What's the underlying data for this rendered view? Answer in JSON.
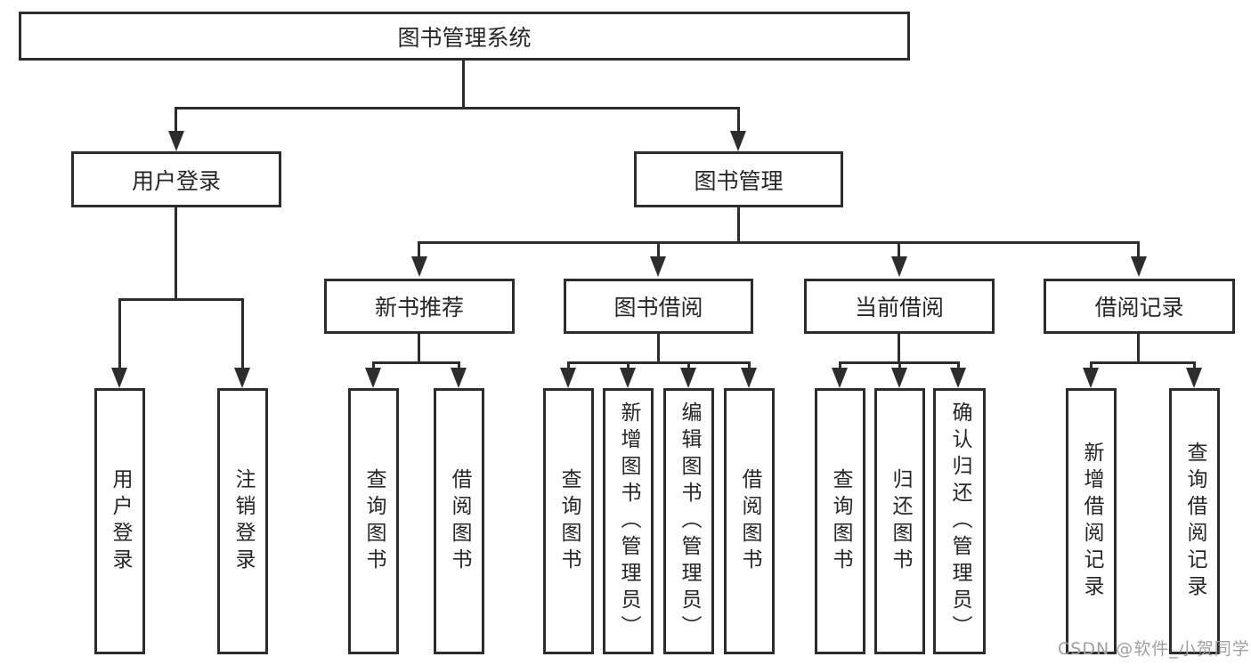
{
  "colors": {
    "line": "#2d2d2d",
    "text": "#262626",
    "wm": "#a0a0a0",
    "bg": "#ffffff"
  },
  "diagram": {
    "type": "hierarchy-tree",
    "root": {
      "label": "图书管理系统"
    },
    "level2": {
      "user_login": {
        "label": "用户登录"
      },
      "book_mgmt": {
        "label": "图书管理"
      }
    },
    "level3": {
      "new_book_rec": {
        "label": "新书推荐"
      },
      "book_borrow": {
        "label": "图书借阅"
      },
      "current_borrow": {
        "label": "当前借阅"
      },
      "borrow_record": {
        "label": "借阅记录"
      }
    },
    "leaves": {
      "user_login_action": {
        "label": "用户登录",
        "parent": "用户登录"
      },
      "logout_action": {
        "label": "注销登录",
        "parent": "用户登录"
      },
      "rec_query_book": {
        "label": "查询图书",
        "parent": "新书推荐"
      },
      "rec_borrow_book": {
        "label": "借阅图书",
        "parent": "新书推荐"
      },
      "borrow_query_book": {
        "label": "查询图书",
        "parent": "图书借阅"
      },
      "borrow_add_book": {
        "label": "新增图书（管理员）",
        "parent": "图书借阅"
      },
      "borrow_edit_book": {
        "label": "编辑图书（管理员）",
        "parent": "图书借阅"
      },
      "borrow_borrow_book": {
        "label": "借阅图书",
        "parent": "图书借阅"
      },
      "current_query_book": {
        "label": "查询图书",
        "parent": "当前借阅"
      },
      "current_return_book": {
        "label": "归还图书",
        "parent": "当前借阅"
      },
      "current_confirm_return": {
        "label": "确认归还（管理员）",
        "parent": "当前借阅"
      },
      "record_add": {
        "label": "新增借阅记录",
        "parent": "借阅记录"
      },
      "record_query": {
        "label": "查询借阅记录",
        "parent": "借阅记录"
      }
    }
  },
  "watermark": {
    "text": "CSDN @软件_小贺同学"
  }
}
